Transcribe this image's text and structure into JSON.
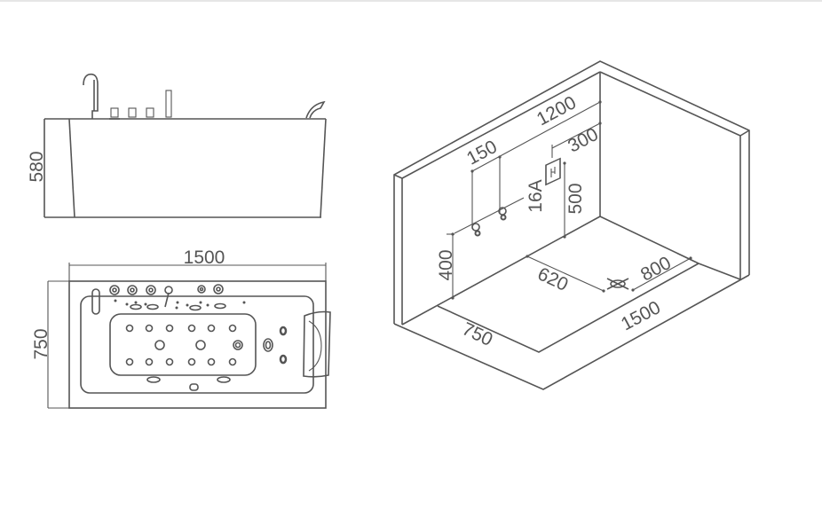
{
  "side_view": {
    "height_label": "580"
  },
  "top_view": {
    "length_label": "1500",
    "width_label": "750"
  },
  "room_view": {
    "dim_1200": "1200",
    "dim_150": "150",
    "dim_300": "300",
    "dim_500": "500",
    "dim_400": "400",
    "socket_label": "16A",
    "dim_620": "620",
    "dim_800": "800",
    "dim_1500": "1500",
    "dim_750": "750"
  },
  "colors": {
    "line": "#555555"
  }
}
